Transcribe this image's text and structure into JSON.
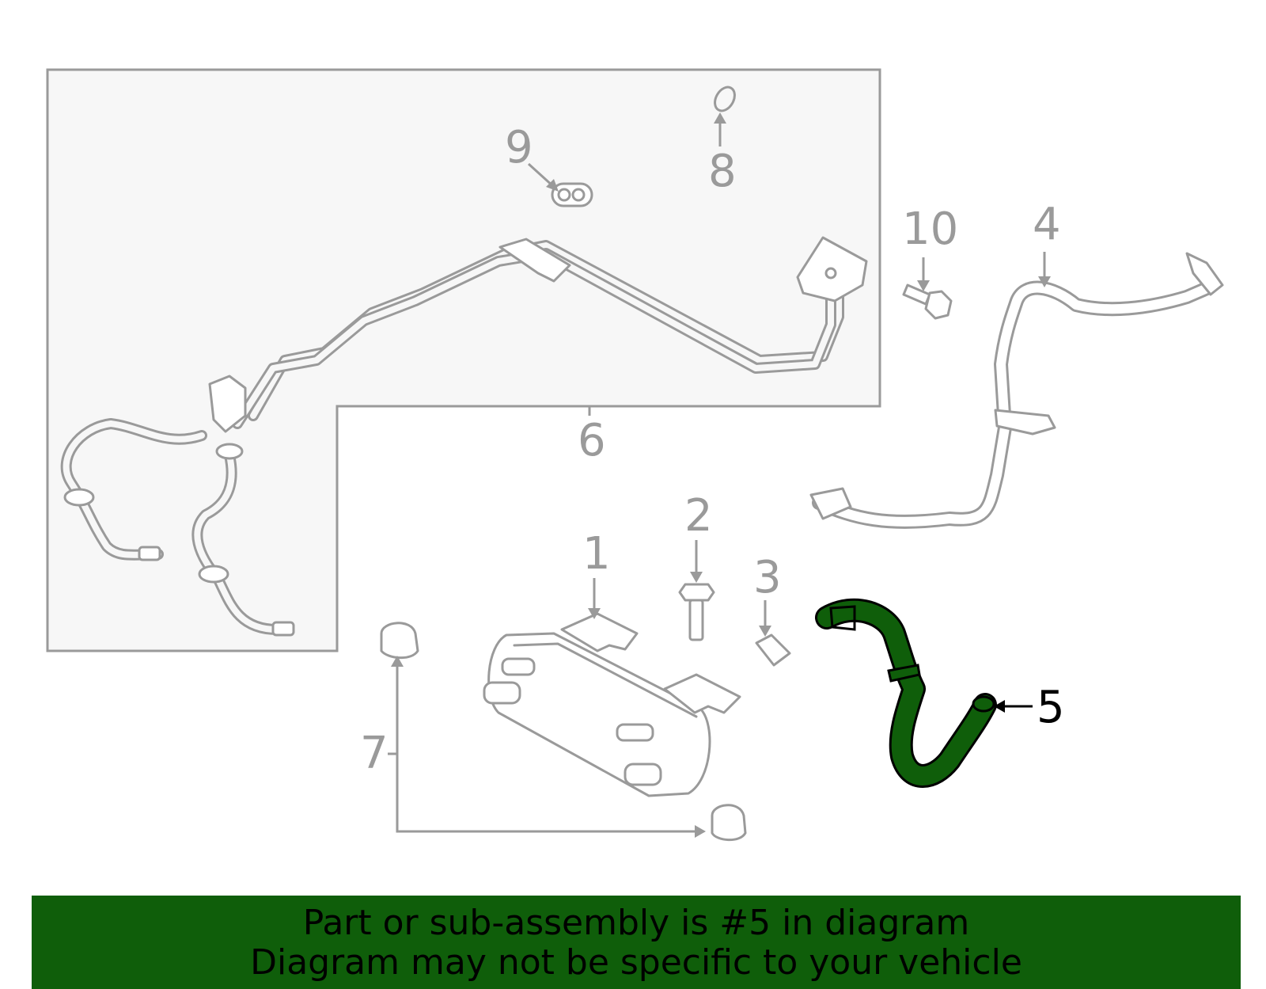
{
  "colors": {
    "highlight_part": "#0f5e0a",
    "banner_background": "#0f5e0a",
    "line_gray": "#9a9a9a",
    "subassembly_box": "#f7f7f7"
  },
  "callouts": [
    {
      "id": "1",
      "label": "1"
    },
    {
      "id": "2",
      "label": "2"
    },
    {
      "id": "3",
      "label": "3"
    },
    {
      "id": "4",
      "label": "4"
    },
    {
      "id": "5",
      "label": "5",
      "highlighted": true
    },
    {
      "id": "6",
      "label": "6"
    },
    {
      "id": "7",
      "label": "7"
    },
    {
      "id": "8",
      "label": "8"
    },
    {
      "id": "9",
      "label": "9"
    },
    {
      "id": "10",
      "label": "10"
    }
  ],
  "banner": {
    "line1": "Part or sub-assembly is #5 in diagram",
    "line2": "Diagram may not be specific to your vehicle"
  }
}
